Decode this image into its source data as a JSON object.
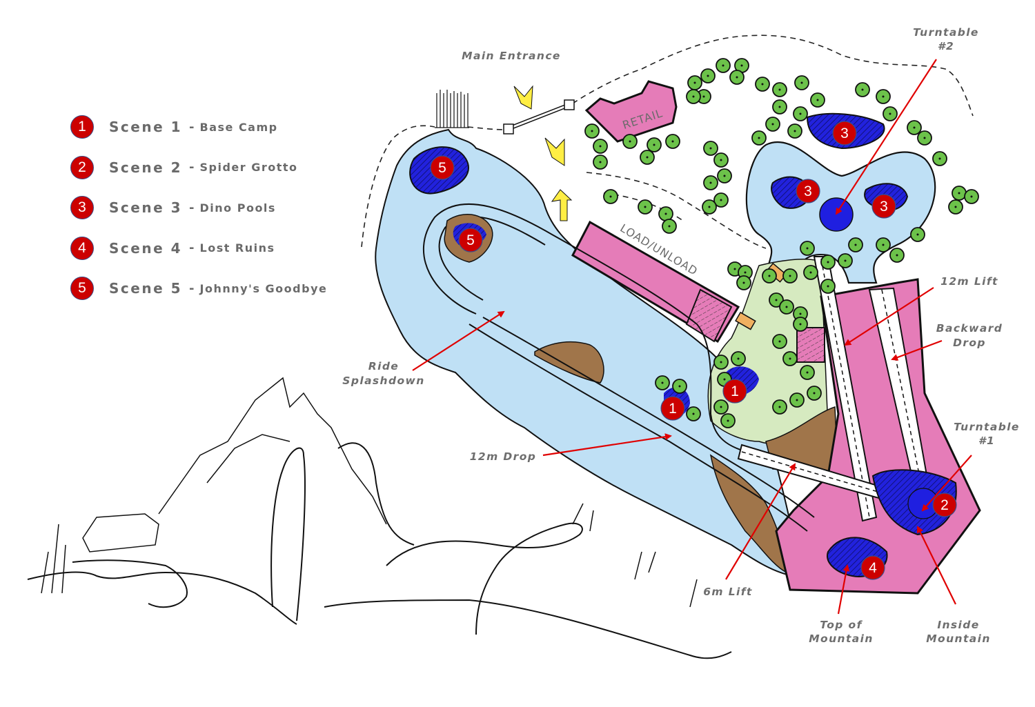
{
  "legend": {
    "items": [
      {
        "number": "1",
        "scene": "Scene 1",
        "name": "Base Camp"
      },
      {
        "number": "2",
        "scene": "Scene 2",
        "name": "Spider Grotto"
      },
      {
        "number": "3",
        "scene": "Scene 3",
        "name": "Dino Pools"
      },
      {
        "number": "4",
        "scene": "Scene 4",
        "name": "Lost Ruins"
      },
      {
        "number": "5",
        "scene": "Scene 5",
        "name": "Johnny's Goodbye"
      }
    ],
    "separator": "-"
  },
  "map": {
    "buildings": {
      "retail": "RETAIL",
      "load_unload": "LOAD/UNLOAD"
    },
    "labels": {
      "main_entrance": "Main Entrance",
      "turntable2_line1": "Turntable",
      "turntable2_line2": "#2",
      "lift12m": "12m Lift",
      "backward_drop_line1": "Backward",
      "backward_drop_line2": "Drop",
      "turntable1_line1": "Turntable",
      "turntable1_line2": "#1",
      "ride_splashdown_line1": "Ride",
      "ride_splashdown_line2": "Splashdown",
      "drop12m": "12m Drop",
      "lift6m": "6m Lift",
      "top_of_mountain_line1": "Top of",
      "top_of_mountain_line2": "Mountain",
      "inside_mountain_line1": "Inside",
      "inside_mountain_line2": "Mountain"
    },
    "scene_markers": [
      "5",
      "5",
      "3",
      "3",
      "3",
      "1",
      "1",
      "2",
      "4"
    ],
    "colors": {
      "marker_red": "#cc0000",
      "water": "#bfe0f5",
      "pool_blue": "#2222dd",
      "building_pink": "#e57cb8",
      "tree_green": "#6cc24a",
      "grass": "#d6eac0",
      "rock_brown": "#a0754a",
      "arrow_red": "#e00000",
      "arrow_yellow": "#ffee44"
    }
  },
  "sketch": {
    "caption": ""
  }
}
